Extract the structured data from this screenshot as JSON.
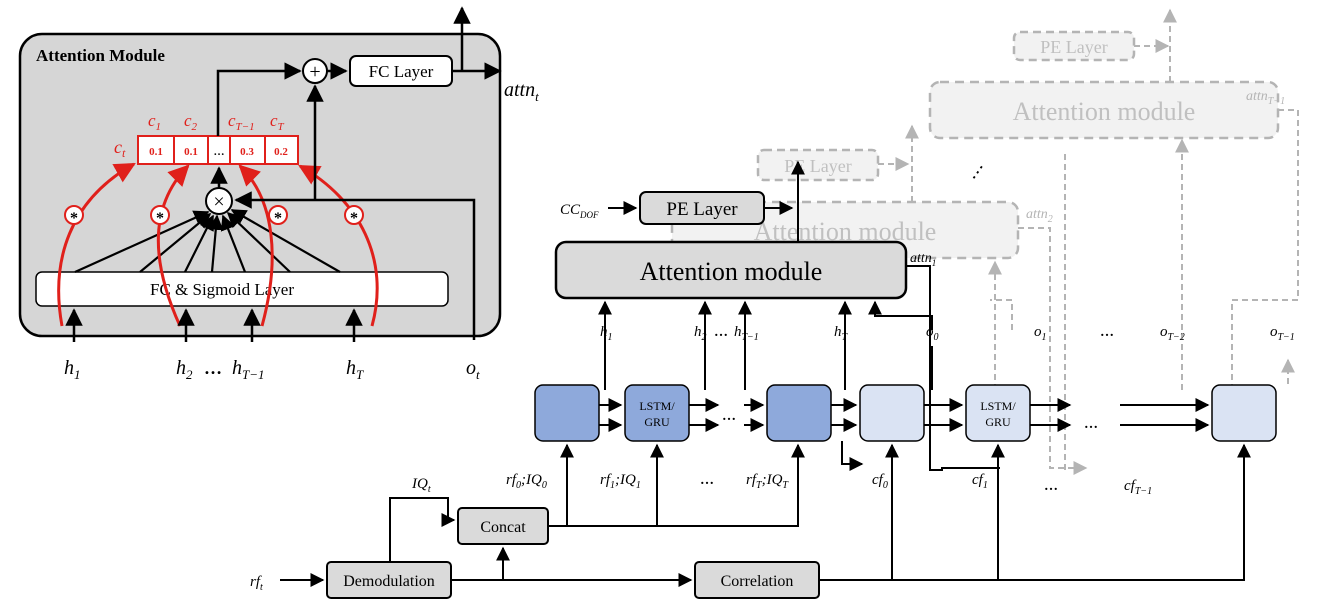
{
  "colors": {
    "accent_red": "#e0201b",
    "panel_fill": "#d6d6d6",
    "box_fill": "#dadada",
    "lstm_dark": "#8ea9db",
    "lstm_light": "#dae3f3",
    "ghost": "#b4b4b4",
    "ghost_fill": "#f2f2f2",
    "line": "#000000"
  },
  "inset": {
    "title": "Attention Module",
    "fc_layer": "FC Layer",
    "fc_sigmoid": "FC & Sigmoid Layer",
    "plus_symbol": "+",
    "times_symbol": "×",
    "star_symbol": "*",
    "ct_label": "c",
    "ct_sub": "t",
    "weights": [
      "0.1",
      "0.1",
      "…",
      "0.3",
      "0.2"
    ],
    "weight_headers": [
      {
        "base": "c",
        "sub": "1"
      },
      {
        "base": "c",
        "sub": "2"
      },
      {
        "base": "c",
        "sub": "T−1"
      },
      {
        "base": "c",
        "sub": "T"
      }
    ],
    "inputs": [
      {
        "base": "h",
        "sub": "1"
      },
      {
        "base": "h",
        "sub": "2"
      },
      {
        "base": "h",
        "sub": "T−1"
      },
      {
        "base": "h",
        "sub": "T"
      },
      {
        "base": "o",
        "sub": "t"
      }
    ],
    "input_ellipsis": "…",
    "output": {
      "base": "attn",
      "sub": "t"
    }
  },
  "main": {
    "attention_module": "Attention module",
    "pe_layer": "PE Layer",
    "cc_dof": {
      "base": "CC",
      "sub": "DOF"
    },
    "attn1": {
      "base": "attn",
      "sub": "1"
    },
    "ghost_attention_1": "Attention module",
    "ghost_attention_2": "Attention module",
    "ghost_pe_1": "PE Layer",
    "ghost_pe_2": "PE Layer",
    "ghost_attn2": {
      "base": "attn",
      "sub": "2"
    },
    "ghost_attnT1": {
      "base": "attn",
      "sub": "T−1"
    },
    "vertical_dots": "⋮",
    "lstm_label_line1": "LSTM/",
    "lstm_label_line2": "GRU",
    "h_labels": [
      {
        "base": "h",
        "sub": "1"
      },
      {
        "base": "h",
        "sub": "2"
      },
      {
        "base": "h",
        "sub": "T−1"
      },
      {
        "base": "h",
        "sub": "T"
      }
    ],
    "h_ellipsis": "…",
    "o_labels": [
      {
        "base": "o",
        "sub": "0"
      },
      {
        "base": "o",
        "sub": "1"
      },
      {
        "base": "o",
        "sub": "T−2"
      },
      {
        "base": "o",
        "sub": "T−1"
      }
    ],
    "o_ellipsis": "…",
    "row_ellipsis": "…",
    "rf_iq_labels": [
      {
        "a": "rf",
        "as": "0",
        "b": "IQ",
        "bs": "0"
      },
      {
        "a": "rf",
        "as": "1",
        "b": "IQ",
        "bs": "1"
      },
      {
        "a": "rf",
        "as": "T",
        "b": "IQ",
        "bs": "T"
      }
    ],
    "rf_ellipsis": "…",
    "cf_labels": [
      {
        "base": "cf",
        "sub": "0"
      },
      {
        "base": "cf",
        "sub": "1"
      },
      {
        "base": "cf",
        "sub": "T−1"
      }
    ],
    "cf_ellipsis": "…",
    "iq_t": {
      "base": "IQ",
      "sub": "t"
    },
    "rf_t": {
      "base": "rf",
      "sub": "t"
    },
    "concat": "Concat",
    "demodulation": "Demodulation",
    "correlation": "Correlation"
  }
}
